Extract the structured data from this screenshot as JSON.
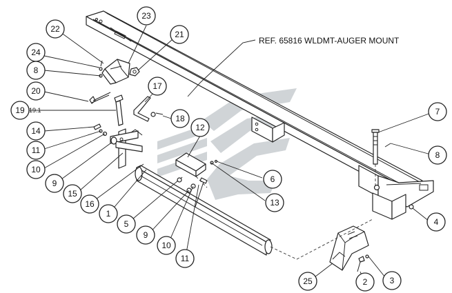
{
  "reference_note": "REF. 65816 WLDMT-AUGER MOUNT",
  "callouts": [
    "23",
    "22",
    "21",
    "24",
    "8",
    "20",
    "17",
    "19",
    "19.1",
    "18",
    "14",
    "11",
    "10",
    "12",
    "9",
    "15",
    "16",
    "6",
    "1",
    "13",
    "5",
    "9",
    "10",
    "11",
    "7",
    "8",
    "4",
    "25",
    "2",
    "3"
  ],
  "watermark": "company-logo-watermark",
  "colors": {
    "line": "#222222",
    "watermark": "#a9b0b6",
    "background": "#ffffff"
  }
}
